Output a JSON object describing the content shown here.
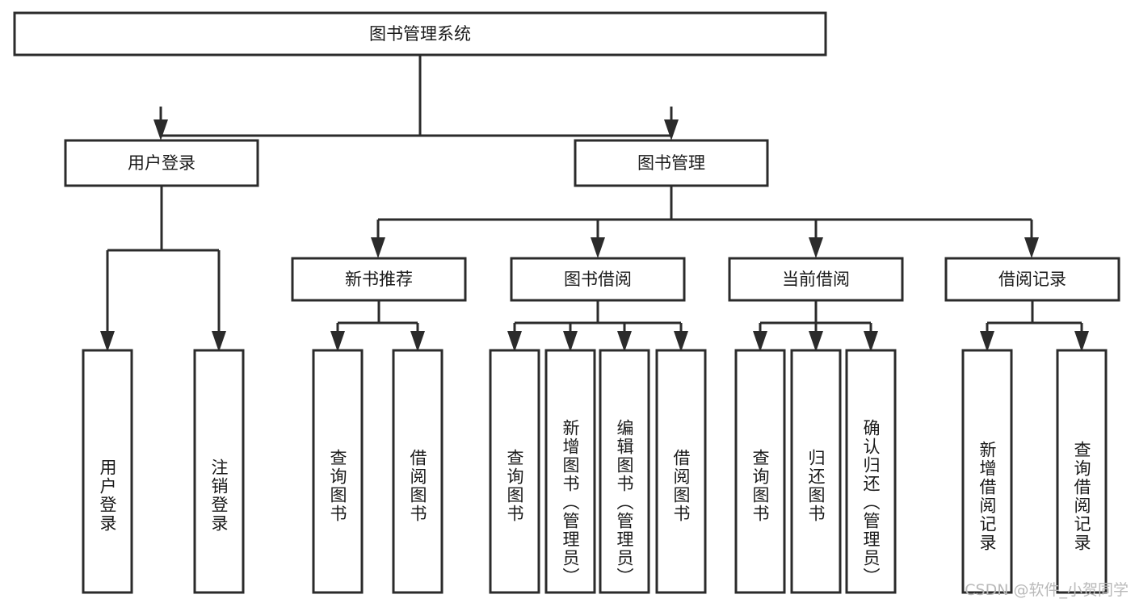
{
  "diagram": {
    "title": "图书管理系统",
    "watermark": "CSDN @软件_小贺同学",
    "colors": {
      "stroke": "#2b2b2b",
      "fill": "#ffffff",
      "text": "#1a1a1a",
      "watermark": "#b9b9b9"
    },
    "levels": {
      "root": {
        "label": "图书管理系统"
      },
      "level2": [
        {
          "label": "用户登录"
        },
        {
          "label": "图书管理"
        }
      ],
      "level3": [
        {
          "label": "新书推荐"
        },
        {
          "label": "图书借阅"
        },
        {
          "label": "当前借阅"
        },
        {
          "label": "借阅记录"
        }
      ],
      "leaves": {
        "user_login": [
          {
            "label": "用户登录"
          },
          {
            "label": "注销登录"
          }
        ],
        "new_book_rec": [
          {
            "label": "查询图书"
          },
          {
            "label": "借阅图书"
          }
        ],
        "book_borrow": [
          {
            "label": "查询图书"
          },
          {
            "label": "新增图书（管理员）"
          },
          {
            "label": "编辑图书（管理员）"
          },
          {
            "label": "借阅图书"
          }
        ],
        "current_borrow": [
          {
            "label": "查询图书"
          },
          {
            "label": "归还图书"
          },
          {
            "label": "确认归还（管理员）"
          }
        ],
        "borrow_records": [
          {
            "label": "新增借阅记录"
          },
          {
            "label": "查询借阅记录"
          }
        ]
      }
    }
  }
}
